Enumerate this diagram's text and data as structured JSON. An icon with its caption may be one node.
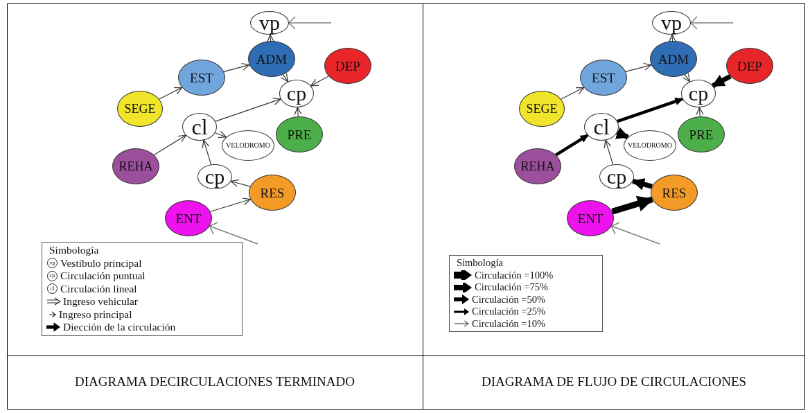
{
  "diagram": {
    "nodes": [
      {
        "text": [
          "vp"
        ]
      },
      {
        "text": [
          "ADM"
        ]
      },
      {
        "text": [
          "DEP"
        ]
      },
      {
        "text": [
          "EST"
        ]
      },
      {
        "text": [
          "cp"
        ]
      },
      {
        "text": [
          "SEGE"
        ]
      },
      {
        "text": [
          "cl"
        ]
      },
      {
        "text": [
          "PRE"
        ]
      },
      {
        "text": [
          "VELODROMO"
        ]
      },
      {
        "text": [
          "REHA"
        ]
      },
      {
        "text": [
          "cp"
        ]
      },
      {
        "text": [
          "RES"
        ]
      },
      {
        "text": [
          "ENT"
        ]
      },
      {
        "text": [
          "vp"
        ]
      },
      {
        "text": [
          "ADM"
        ]
      },
      {
        "text": [
          "DEP"
        ]
      },
      {
        "text": [
          "EST"
        ]
      },
      {
        "text": [
          "cp"
        ]
      },
      {
        "text": [
          "SEGE"
        ]
      },
      {
        "text": [
          "cl"
        ]
      },
      {
        "text": [
          "PRE"
        ]
      },
      {
        "text": [
          "VELODROMO"
        ]
      },
      {
        "text": [
          "REHA"
        ]
      },
      {
        "text": [
          "cp"
        ]
      },
      {
        "text": [
          "RES"
        ]
      },
      {
        "text": [
          "ENT"
        ]
      }
    ],
    "edges": [
      {
        "from": 5,
        "to": 3,
        "arrow": "to"
      },
      {
        "from": 3,
        "to": 1,
        "arrow": "to"
      },
      {
        "from": 1,
        "to": 0,
        "arrow": "to"
      },
      {
        "from": 1,
        "to": 4,
        "arrow": "to"
      },
      {
        "from": 2,
        "to": 4,
        "arrow": "to"
      },
      {
        "from": 7,
        "to": 4,
        "arrow": "to"
      },
      {
        "from": 6,
        "to": 4,
        "arrow": "to"
      },
      {
        "from": 6,
        "to": 8,
        "arrow": "to"
      },
      {
        "from": 9,
        "to": 6,
        "arrow": "to"
      },
      {
        "from": 10,
        "to": 6,
        "arrow": "to"
      },
      {
        "from": 11,
        "to": 10,
        "arrow": "to"
      },
      {
        "from": 12,
        "to": 11,
        "arrow": "to"
      },
      {
        "from": null,
        "to": 0,
        "arrow": "to",
        "color": "#808080"
      },
      {
        "from": null,
        "to": 12,
        "arrow": "to",
        "color": "#808080"
      },
      {
        "from": 18,
        "to": 16,
        "arrow": "to"
      },
      {
        "from": 16,
        "to": 14,
        "arrow": "to"
      },
      {
        "from": 14,
        "to": 13,
        "arrow": "to"
      },
      {
        "from": 14,
        "to": 17,
        "arrow": "to"
      },
      {
        "from": 15,
        "to": 17,
        "arrow": "to",
        "style": "thick"
      },
      {
        "from": 20,
        "to": 17,
        "arrow": "to"
      },
      {
        "from": 19,
        "to": 17,
        "arrow": "to",
        "style": "thick"
      },
      {
        "from": 19,
        "to": 21,
        "arrow": "to",
        "style": "thick"
      },
      {
        "from": 22,
        "to": 19,
        "arrow": "to",
        "style": "thick"
      },
      {
        "from": 23,
        "to": 19,
        "arrow": "to"
      },
      {
        "from": 24,
        "to": 23,
        "arrow": "to",
        "style": "thick"
      },
      {
        "from": 25,
        "to": 24,
        "arrow": "to",
        "style": "thick"
      },
      {
        "from": null,
        "to": 13,
        "arrow": "to",
        "color": "#808080"
      },
      {
        "from": null,
        "to": 25,
        "arrow": "to",
        "color": "#808080"
      }
    ],
    "labels": [
      "Simbología",
      "vp",
      "cp",
      "cl",
      "Simbología",
      "DIAGRAMA DECIRCULACIONES TERMINADO",
      "DIAGRAMA DE FLUJO DE CIRCULACIONES"
    ],
    "legend": [
      {
        "text": "Vestíbulo principal"
      },
      {
        "text": "Circulación puntual"
      },
      {
        "text": "Circulación lineal"
      },
      {
        "text": "Ingreso vehicular"
      },
      {
        "text": "Ingreso principal"
      },
      {
        "text": "Diección de la circulación"
      },
      {
        "text": "Circulación =100%"
      },
      {
        "text": "Circulación =75%"
      },
      {
        "text": "Circulación =50%"
      },
      {
        "text": "Circulación =25%"
      },
      {
        "text": "Circulación =10%"
      }
    ]
  }
}
